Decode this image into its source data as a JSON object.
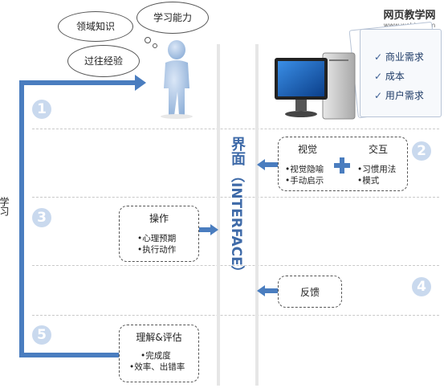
{
  "watermark": "网页教学网",
  "watermark_url": "www.webjx.com",
  "bubbles": {
    "domain_knowledge": "领域知识",
    "learning_ability": "学习能力",
    "past_experience": "过往经验"
  },
  "requirements": [
    "商业需求",
    "成本",
    "用户需求"
  ],
  "learning_label": "学习",
  "interface_label_cn": "界面",
  "interface_label_en": "（INTERFACE）",
  "steps": [
    "1",
    "2",
    "3",
    "4",
    "5"
  ],
  "box_visual_interact": {
    "visual_title": "视觉",
    "interact_title": "交互",
    "visual_items": [
      "•视觉隐喻",
      "•手动启示"
    ],
    "interact_items": [
      "•习惯用法",
      "•模式"
    ]
  },
  "box_operation": {
    "title": "操作",
    "items": [
      "•心理预期",
      "•执行动作"
    ]
  },
  "box_feedback": {
    "title": "反馈"
  },
  "box_understand": {
    "title": "理解&评估",
    "items": [
      "•完成度",
      "•效率、出错率"
    ]
  },
  "colors": {
    "accent": "#4a7dbf",
    "badge": "#c9d9ee",
    "divider": "#c9c9c9"
  }
}
